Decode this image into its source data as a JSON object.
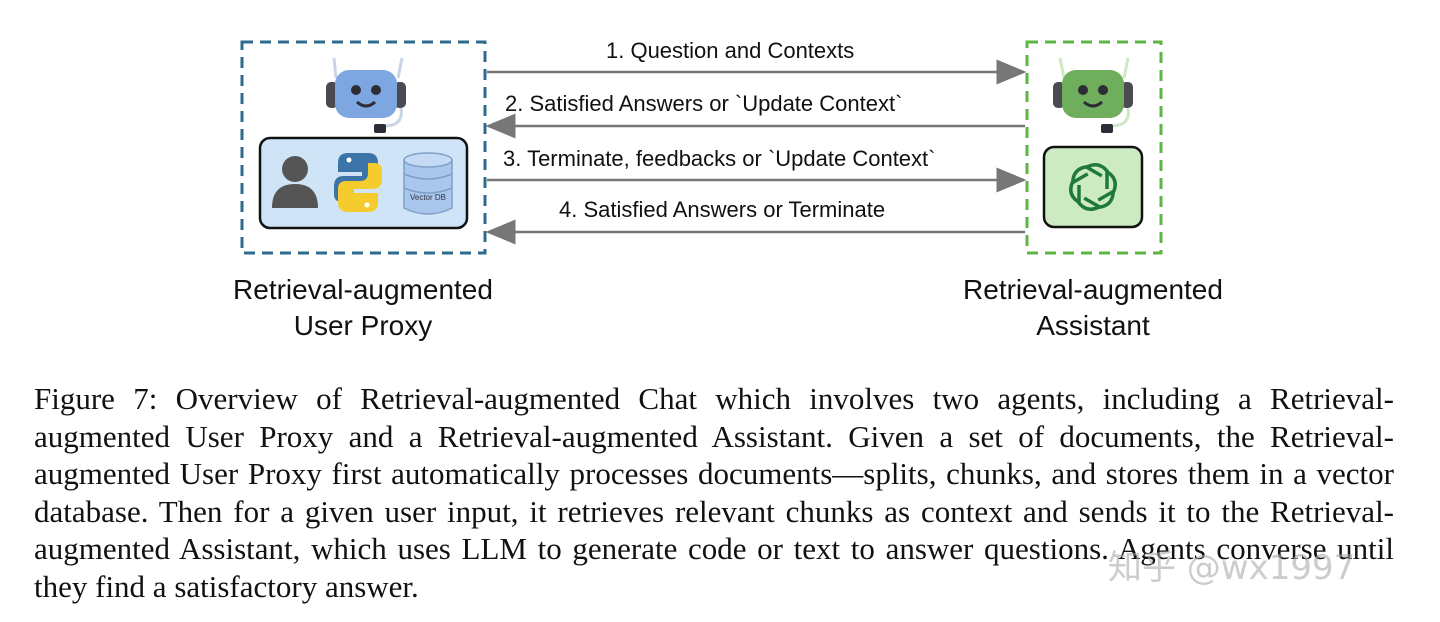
{
  "arrows": [
    {
      "label": "1. Question and Contexts",
      "direction": "right"
    },
    {
      "label": "2. Satisfied Answers or `Update Context`",
      "direction": "left"
    },
    {
      "label": "3. Terminate, feedbacks or `Update Context`",
      "direction": "right"
    },
    {
      "label": "4. Satisfied Answers or Terminate",
      "direction": "left"
    }
  ],
  "user_proxy": {
    "label_line1": "Retrieval-augmented",
    "label_line2": "User Proxy",
    "vector_db_text": "Vector DB",
    "box_color": "#2e6b8e",
    "robot_color": "#7ea6e0",
    "panel_color": "#cfe5f7",
    "icons": [
      "person-icon",
      "python-icon",
      "database-icon"
    ]
  },
  "assistant": {
    "label_line1": "Retrieval-augmented",
    "label_line2": "Assistant",
    "box_color": "#5cb545",
    "robot_color": "#6fae5c",
    "panel_color": "#cdebc3",
    "icons": [
      "openai-icon"
    ]
  },
  "caption": "Figure 7: Overview of Retrieval-augmented Chat which involves two agents, including a Retrieval-augmented User Proxy and a Retrieval-augmented Assistant. Given a set of documents, the Retrieval-augmented User Proxy first automatically processes documents—splits, chunks, and stores them in a vector database. Then for a given user input, it retrieves relevant chunks as context and sends it to the Retrieval-augmented Assistant, which uses LLM to generate code or text to answer questions. Agents converse until they find a satisfactory answer.",
  "watermark": "知乎 @wx1997"
}
